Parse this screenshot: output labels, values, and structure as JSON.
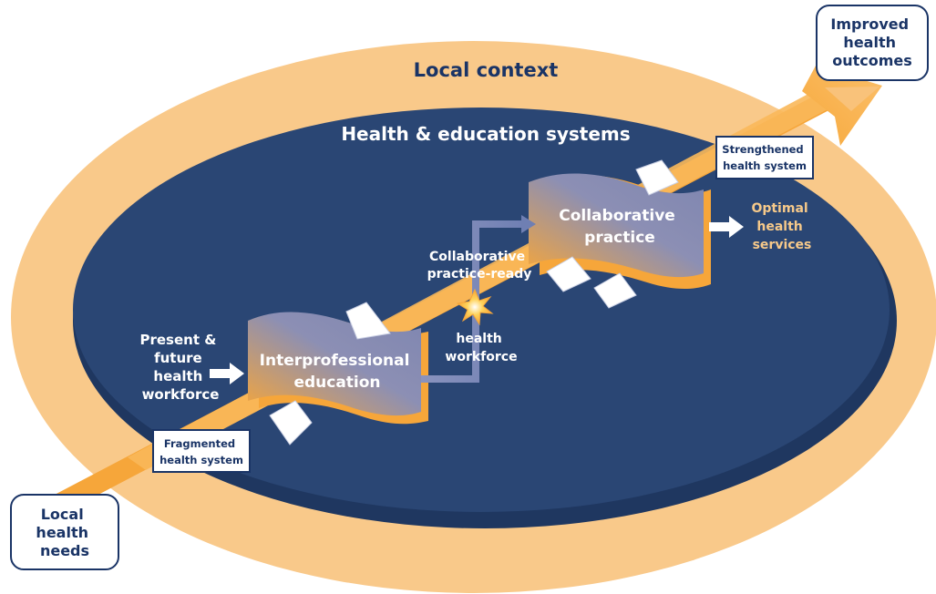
{
  "outer_context_label": "Local context",
  "inner_system_label": "Health & education systems",
  "start_box": {
    "line1": "Local",
    "line2": "health",
    "line3": "needs"
  },
  "end_box": {
    "line1": "Improved",
    "line2": "health",
    "line3": "outcomes"
  },
  "fragmented_box": {
    "line1": "Fragmented",
    "line2": "health system"
  },
  "strengthened_box": {
    "line1": "Strengthened",
    "line2": "health system"
  },
  "workforce_input": {
    "line1": "Present &",
    "line2": "future",
    "line3": "health",
    "line4": "workforce"
  },
  "interprofessional": {
    "line1": "Interprofessional",
    "line2": "education"
  },
  "collaborative_ready": {
    "line1": "Collaborative",
    "line2": "practice-ready",
    "line3": "health",
    "line4": "workforce"
  },
  "collaborative_practice": {
    "line1": "Collaborative",
    "line2": "practice"
  },
  "optimal_services": {
    "line1": "Optimal",
    "line2": "health",
    "line3": "services"
  },
  "colors": {
    "context_ring": "#f9c98a",
    "system_fill": "#2a4674",
    "system_edge": "#1f3760",
    "arrow_orange": "#f6a63a",
    "box_border": "#1a3466"
  }
}
